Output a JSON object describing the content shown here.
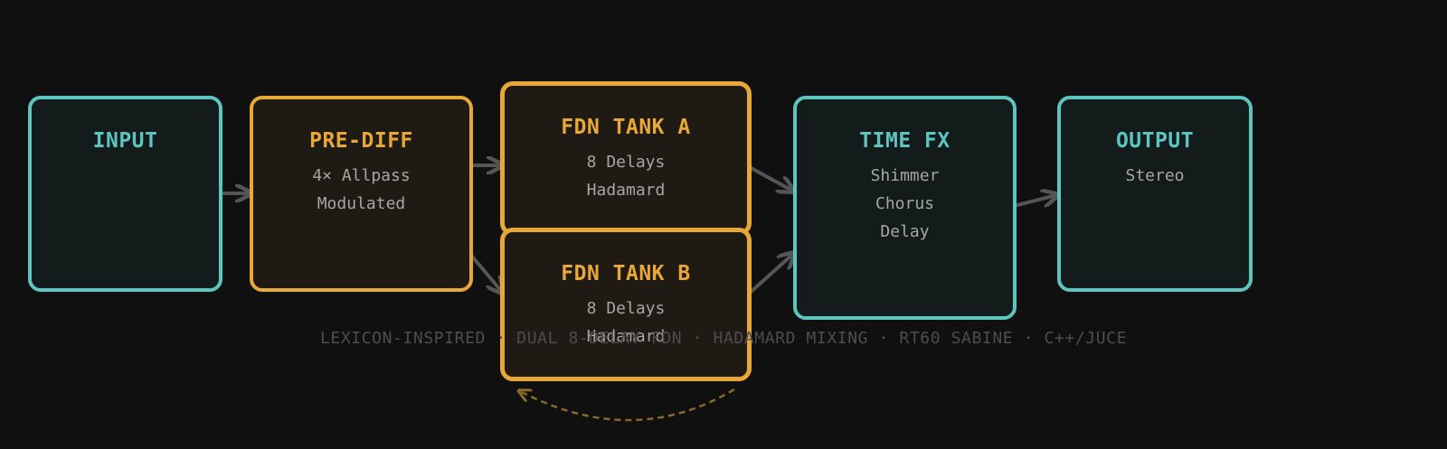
{
  "colors": {
    "background": "#101010",
    "teal": "#5ec4c0",
    "orange": "#e8a838",
    "arrow": "#555555",
    "feedback": "#8a6a2c",
    "subtext": "#a6a6a6"
  },
  "nodes": {
    "input": {
      "title": "INPUT",
      "lines": []
    },
    "prediff": {
      "title": "PRE-DIFF",
      "lines": [
        "4× Allpass",
        "Modulated"
      ]
    },
    "tank_a": {
      "title": "FDN TANK A",
      "lines": [
        "8 Delays",
        "Hadamard"
      ]
    },
    "tank_b": {
      "title": "FDN TANK B",
      "lines": [
        "8 Delays",
        "Hadamard"
      ]
    },
    "timefx": {
      "title": "TIME FX",
      "lines": [
        "Shimmer",
        "Chorus",
        "Delay"
      ]
    },
    "output": {
      "title": "OUTPUT",
      "lines": [
        "Stereo"
      ]
    }
  },
  "footer": "LEXICON-INSPIRED · DUAL 8-DELAY FDN · HADAMARD MIXING · RT60 SABINE · C++/JUCE"
}
